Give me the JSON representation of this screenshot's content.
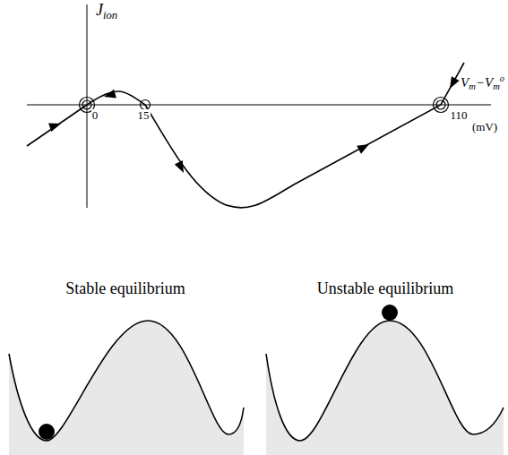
{
  "diagram": {
    "labels": [
      "Jion",
      "0",
      "15",
      "110",
      "Vm−Vmo",
      "(mV)",
      "Stable equilibrium",
      "Unstable equilibrium"
    ]
  }
}
